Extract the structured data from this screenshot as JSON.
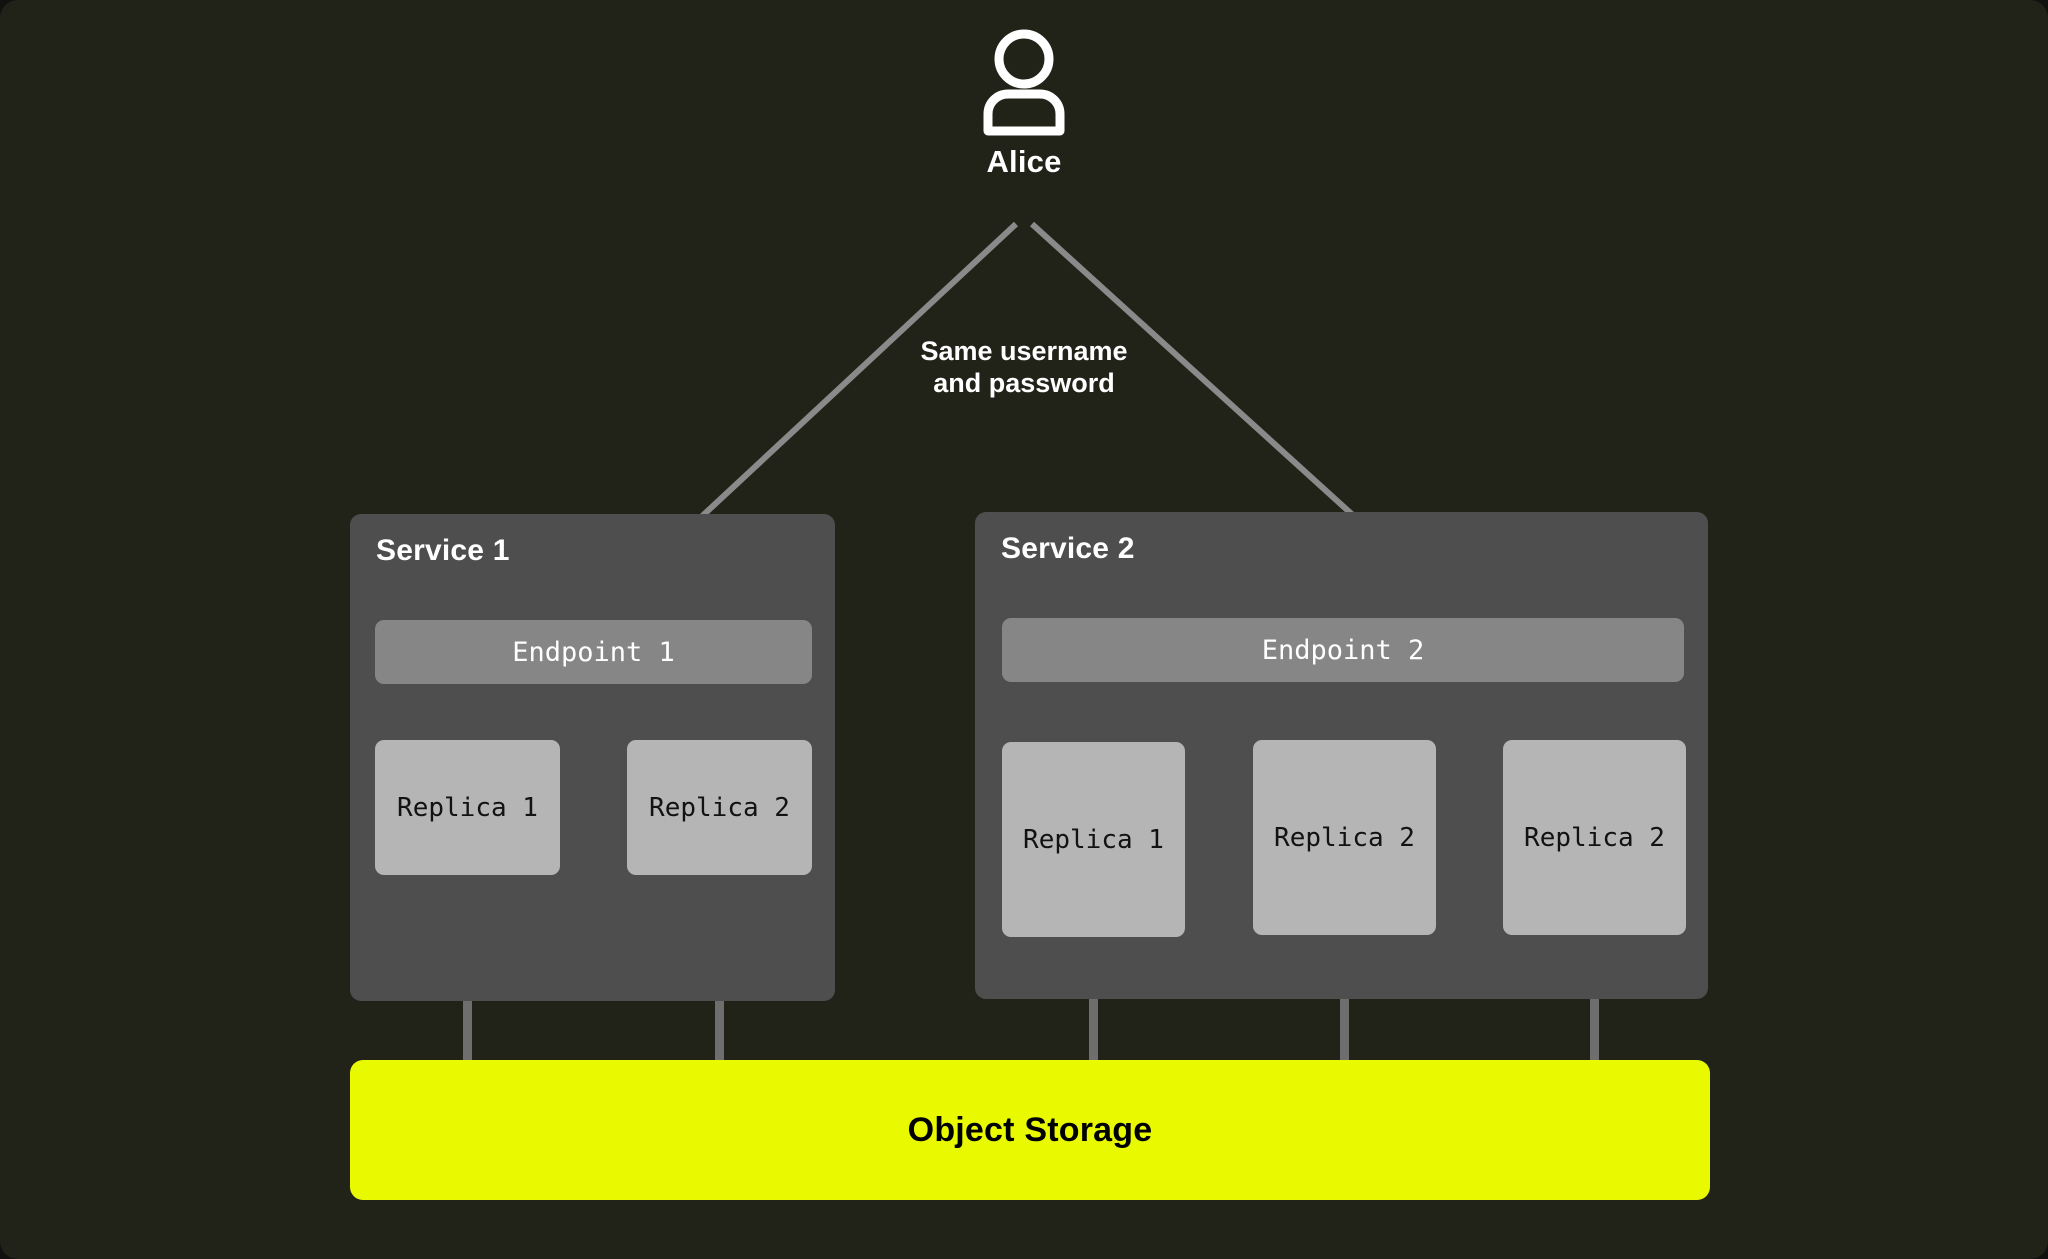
{
  "diagram": {
    "background_color": "#212218",
    "actor": {
      "icon": "person-icon",
      "label": "Alice"
    },
    "edge_caption": {
      "line1": "Same username",
      "line2": "and password"
    },
    "services": [
      {
        "title": "Service 1",
        "panel_color": "#4e4e4e",
        "endpoint": {
          "label": "Endpoint 1",
          "color": "#868686"
        },
        "replicas": [
          {
            "label": "Replica 1"
          },
          {
            "label": "Replica 2"
          }
        ]
      },
      {
        "title": "Service 2",
        "panel_color": "#4e4e4e",
        "endpoint": {
          "label": "Endpoint 2",
          "color": "#868686"
        },
        "replicas": [
          {
            "label": "Replica 1"
          },
          {
            "label": "Replica 2"
          },
          {
            "label": "Replica 2"
          }
        ]
      }
    ],
    "storage": {
      "label": "Object Storage",
      "color": "#e9f900",
      "text_color": "#000000"
    },
    "connector_color": "#6e6e6e",
    "arrow_color": "#8a8a8a"
  }
}
